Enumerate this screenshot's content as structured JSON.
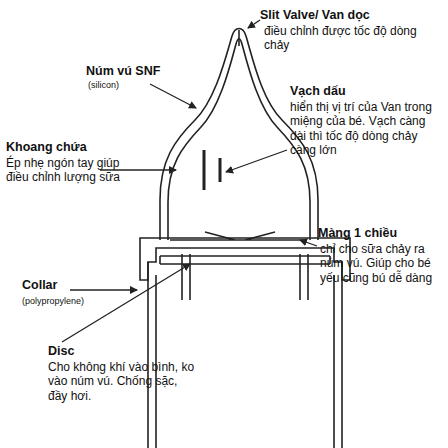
{
  "diagram": {
    "labels": [
      "Slit Valve/ Van dọc",
      "điều chỉnh được tốc độ dòng chảy",
      "Núm vú SNF",
      "(silicon)",
      "Vạch dấu",
      "hiển thị vị trí của Van trong miệng của bé. Vạch càng dài thì tốc độ dòng chảy càng lớn",
      "Khoang chứa",
      "Ép nhẹ ngón tay giúp điều chỉnh lượng sữa",
      "Màng 1 chiều",
      "chỉ cho sữa chảy ra núm vú. Giúp cho bé yếu cũng bú dễ dàng",
      "Collar",
      "(polypropylene)",
      "Disc",
      "Cho không khí vào bình, ko vào núm vú. Chống sặc, đầy hơi."
    ]
  }
}
